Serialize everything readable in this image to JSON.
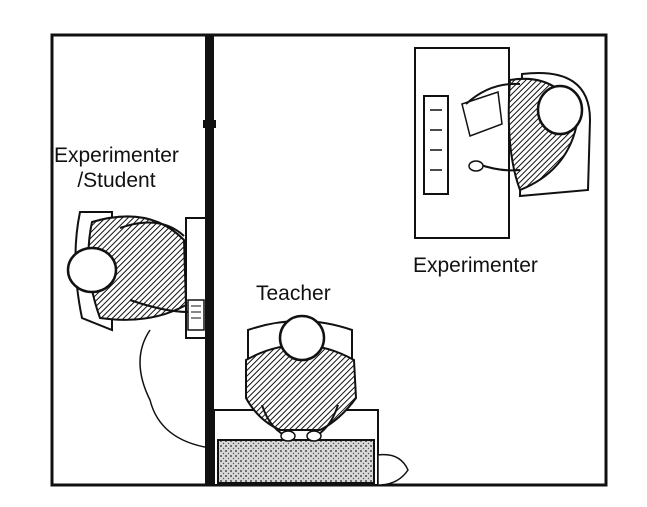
{
  "labels": {
    "experimenter_student_line1": "Experimenter",
    "experimenter_student_line2": "/Student",
    "teacher": "Teacher",
    "experimenter": "Experimenter"
  },
  "colors": {
    "ink": "#111111",
    "background": "#ffffff"
  }
}
